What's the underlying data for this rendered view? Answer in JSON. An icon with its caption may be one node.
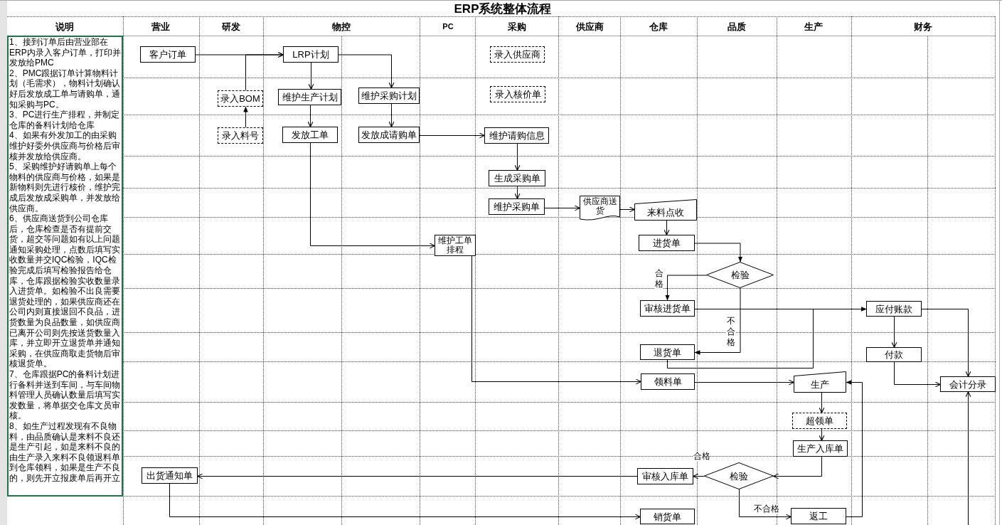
{
  "diagram": {
    "title": "ERP系统整体流程",
    "nodes": [
      {
        "text": [
          "1、接到订单后由营业部在ERP内录入客户订单，打印并发放给PMC",
          "2、PMC跟据订单计算物料计划（毛需求），物料计划确认好后发放成工单与请购单，通知采购与PC。",
          "3、PC进行生产排程，并制定仓库的备料计划给仓库",
          "4、如果有外发加工的由采购维护好委外供应商与价格后审核并发放给供应商。",
          "5、采购维护好请购单上每个物料的供应商与价格，如果是新物料则先进行核价，维护完成后发放成采购单，并发放给供应商。",
          "6、供应商送货到公司仓库后，仓库检查是否有提前交货，超交等问题如有以上问题通知采购处理，点数后填写实收数量并交IQC检验，IQC检验完成后填写检验报告给仓库，仓库跟据检验实收数量录入进货单。如检验不出良需要退货处理的，如果供应商还在公司内则直接退回不良品，进货数量为良品数量，如供应商已离开公司则先按送货数量入库，并立即开立退货单并通知采购，在供应商取走货物后审核退货单。",
          "7、仓库跟据PC的备料计划进行备料并送到车间，与车间物料管理人员确认数量后填写实发数量，将单据交仓库文员审核。",
          "8、如生产过程发现有不良物料，由品质确认是来料不良还是生产引起，如是来料不良的由生产录入来料不良领退料单到仓库领料，如果是生产不良的，则先开立报废单后再开立"
        ]
      },
      {
        "text": [
          "客户订单"
        ]
      },
      {
        "text": [
          "LRP计划"
        ]
      },
      {
        "text": [
          "录入供应商"
        ]
      },
      {
        "text": [
          "录入BOM"
        ]
      },
      {
        "text": [
          "维护生产计划"
        ]
      },
      {
        "text": [
          "维护采购计划"
        ]
      },
      {
        "text": [
          "录入核价单"
        ]
      },
      {
        "text": [
          "录入料号"
        ]
      },
      {
        "text": [
          "发放工单"
        ]
      },
      {
        "text": [
          "发放成请购单"
        ]
      },
      {
        "text": [
          "维护请购信息"
        ]
      },
      {
        "text": [
          "生成采购单"
        ]
      },
      {
        "text": [
          "维护采购单"
        ]
      },
      {
        "text": [
          "供应商送货"
        ]
      },
      {
        "text": [
          "来料点收"
        ]
      },
      {
        "text": [
          "维护工单排程"
        ]
      },
      {
        "text": [
          "进货单"
        ]
      },
      {
        "text": [
          "检验"
        ]
      },
      {
        "text": [
          "审核进货单"
        ]
      },
      {
        "text": [
          "应付账款"
        ]
      },
      {
        "text": [
          "退货单"
        ]
      },
      {
        "text": [
          "付款"
        ]
      },
      {
        "text": [
          "领料单"
        ]
      },
      {
        "text": [
          "生产"
        ]
      },
      {
        "text": [
          "会计分录"
        ]
      },
      {
        "text": [
          "超领单"
        ]
      },
      {
        "text": [
          "生产入库单"
        ]
      },
      {
        "text": [
          "出货通知单"
        ]
      },
      {
        "text": [
          "审核入库单"
        ]
      },
      {
        "text": [
          "检验"
        ]
      },
      {
        "text": [
          "销货单"
        ]
      },
      {
        "text": [
          "返工"
        ]
      }
    ],
    "edges": [
      {
        "from": 1,
        "to": 2,
        "arrow": "to"
      },
      {
        "from": 4,
        "to": 2,
        "arrow": "to"
      },
      {
        "from": 8,
        "to": 4,
        "arrow": "to"
      },
      {
        "from": 2,
        "to": 5,
        "arrow": "to"
      },
      {
        "from": 2,
        "to": 6,
        "arrow": "to"
      },
      {
        "from": 5,
        "to": 9,
        "arrow": "to"
      },
      {
        "from": 6,
        "to": 10,
        "arrow": "to"
      },
      {
        "from": 10,
        "to": 11,
        "arrow": "to"
      },
      {
        "from": 9,
        "to": 16,
        "arrow": "to"
      },
      {
        "from": 11,
        "to": 12,
        "arrow": "to"
      },
      {
        "from": 12,
        "to": 13,
        "arrow": "to"
      },
      {
        "from": 13,
        "to": 14,
        "arrow": "to"
      },
      {
        "from": 14,
        "to": 15,
        "arrow": "to"
      },
      {
        "from": 15,
        "to": 17,
        "arrow": "to"
      },
      {
        "from": 17,
        "to": 18,
        "arrow": "to"
      },
      {
        "from": 18,
        "to": 19,
        "arrow": "to",
        "label": "合格"
      },
      {
        "from": 18,
        "to": 21,
        "arrow": "to",
        "label": "不合格"
      },
      {
        "from": 19,
        "to": 20,
        "arrow": "to"
      },
      {
        "from": 21,
        "to": 20,
        "arrow": "to"
      },
      {
        "from": 20,
        "to": 22,
        "arrow": "to"
      },
      {
        "from": 20,
        "to": 25,
        "arrow": "to"
      },
      {
        "from": 22,
        "to": 25,
        "arrow": "to"
      },
      {
        "from": 16,
        "to": 23,
        "arrow": "to"
      },
      {
        "from": 23,
        "to": 24,
        "arrow": "to"
      },
      {
        "from": 24,
        "to": 26,
        "arrow": "to"
      },
      {
        "from": 26,
        "to": 27,
        "arrow": "to"
      },
      {
        "from": 27,
        "to": 30,
        "arrow": "to"
      },
      {
        "from": 30,
        "to": 29,
        "arrow": "to",
        "label": "合格"
      },
      {
        "from": 30,
        "to": 32,
        "arrow": "to",
        "label": "不合格"
      },
      {
        "from": 32,
        "to": 24,
        "arrow": "to"
      },
      {
        "from": 29,
        "to": 28,
        "arrow": "to"
      },
      {
        "from": 28,
        "to": 31,
        "arrow": "to"
      },
      {
        "from": null,
        "to": 25,
        "arrow": "to"
      }
    ],
    "labels": [
      "说明",
      "营业",
      "研发",
      "物控",
      "PC",
      "采购",
      "供应商",
      "仓库",
      "品质",
      "生产",
      "财务"
    ]
  }
}
